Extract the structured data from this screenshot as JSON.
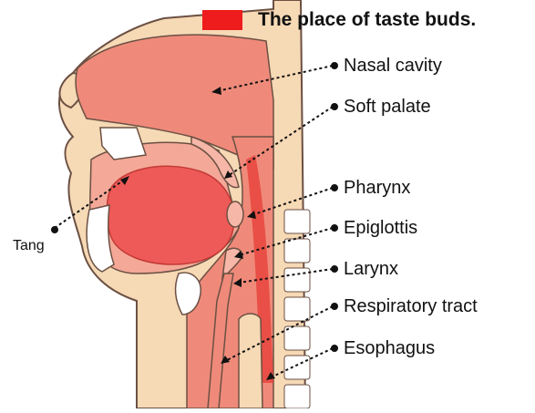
{
  "legend": {
    "text": "The place of taste buds.",
    "swatch_color": "#ee1c1c"
  },
  "colors": {
    "skin": "#f6d9b5",
    "outline": "#6b5043",
    "cavity": "#ef8a7a",
    "taste_zone": "#e8443d",
    "tongue": "#ee5a58",
    "bone": "#ffffff",
    "teeth": "#ffffff"
  },
  "labels": [
    {
      "id": "nasal-cavity",
      "text": "Nasal cavity"
    },
    {
      "id": "soft-palate",
      "text": "Soft palate"
    },
    {
      "id": "pharynx",
      "text": "Pharynx"
    },
    {
      "id": "epiglottis",
      "text": "Epiglottis"
    },
    {
      "id": "larynx",
      "text": "Larynx"
    },
    {
      "id": "respiratory-tract",
      "text": "Respiratory tract"
    },
    {
      "id": "esophagus",
      "text": "Esophagus"
    }
  ],
  "left_label": {
    "text": "Tang"
  }
}
